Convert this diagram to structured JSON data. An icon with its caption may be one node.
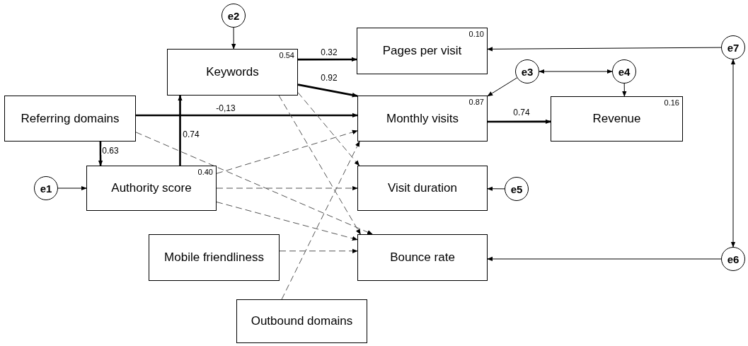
{
  "diagram": {
    "nodes": [
      {
        "text": [
          "Referring domains"
        ]
      },
      {
        "text": [
          "Keywords",
          "0.54"
        ]
      },
      {
        "text": [
          "Pages per visit",
          "0.10"
        ]
      },
      {
        "text": [
          "Monthly visits",
          "0.87"
        ]
      },
      {
        "text": [
          "Revenue",
          "0.16"
        ]
      },
      {
        "text": [
          "Authority score",
          "0.40"
        ]
      },
      {
        "text": [
          "Visit duration"
        ]
      },
      {
        "text": [
          "Mobile friendliness"
        ]
      },
      {
        "text": [
          "Bounce rate"
        ]
      },
      {
        "text": [
          "Outbound domains"
        ]
      },
      {
        "text": [
          "e1"
        ]
      },
      {
        "text": [
          "e2"
        ]
      },
      {
        "text": [
          "e3"
        ]
      },
      {
        "text": [
          "e4"
        ]
      },
      {
        "text": [
          "e5"
        ]
      },
      {
        "text": [
          "e6"
        ]
      },
      {
        "text": [
          "e7"
        ]
      }
    ],
    "edges": [
      {
        "from": 11,
        "to": 1,
        "arrow": "to"
      },
      {
        "from": 10,
        "to": 5,
        "arrow": "to"
      },
      {
        "from": 0,
        "to": 5,
        "arrow": "to",
        "label": "0.63",
        "style": "thick"
      },
      {
        "from": 5,
        "to": 1,
        "arrow": "to",
        "label": "0.74",
        "style": "thick"
      },
      {
        "from": 0,
        "to": 3,
        "arrow": "to",
        "label": "-0,13",
        "style": "thick"
      },
      {
        "from": 1,
        "to": 2,
        "arrow": "to",
        "label": "0.32",
        "style": "thick"
      },
      {
        "from": 1,
        "to": 3,
        "arrow": "to",
        "label": "0.92",
        "style": "thick"
      },
      {
        "from": 12,
        "to": 3,
        "arrow": "to"
      },
      {
        "from": 12,
        "to": 13,
        "arrow": "both"
      },
      {
        "from": 13,
        "to": 4,
        "arrow": "to"
      },
      {
        "from": 3,
        "to": 4,
        "arrow": "to",
        "label": "0.74",
        "style": "thick"
      },
      {
        "from": 14,
        "to": 6,
        "arrow": "to"
      },
      {
        "from": 16,
        "to": 2,
        "arrow": "to"
      },
      {
        "from": 15,
        "to": 8,
        "arrow": "to"
      },
      {
        "from": 16,
        "to": 15,
        "arrow": "both"
      },
      {
        "from": 1,
        "to": 6,
        "arrow": "to",
        "style": "dashed"
      },
      {
        "from": 1,
        "to": 8,
        "arrow": "to",
        "style": "dashed"
      },
      {
        "from": 0,
        "to": 8,
        "arrow": "to",
        "style": "dashed"
      },
      {
        "from": 5,
        "to": 3,
        "arrow": "to",
        "style": "dashed"
      },
      {
        "from": 5,
        "to": 6,
        "arrow": "to",
        "style": "dashed"
      },
      {
        "from": 5,
        "to": 8,
        "arrow": "to",
        "style": "dashed"
      },
      {
        "from": 7,
        "to": 8,
        "arrow": "to",
        "style": "dashed"
      },
      {
        "from": 9,
        "to": 3,
        "arrow": "to",
        "style": "dashed"
      }
    ]
  }
}
